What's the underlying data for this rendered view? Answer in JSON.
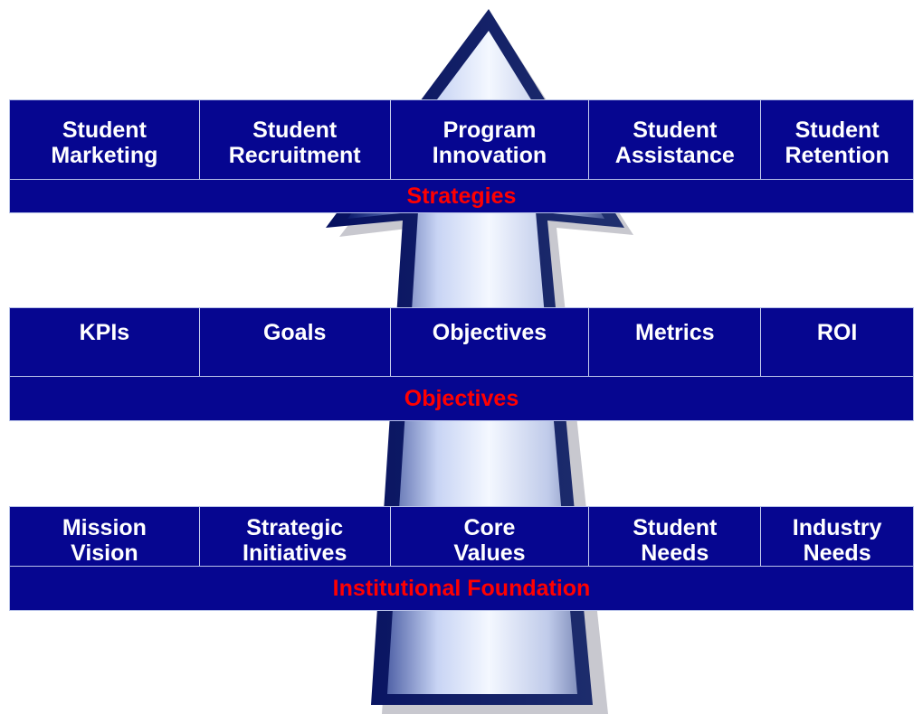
{
  "colors": {
    "band_fill": "#060690",
    "cell_text": "#ffffff",
    "label_text": "#ff0000",
    "arrow_fill_light": "#e8f0ff",
    "arrow_fill_dark": "#0a1a6a"
  },
  "bands": [
    {
      "label": "Strategies",
      "items": [
        "Student\nMarketing",
        "Student\nRecruitment",
        "Program\nInnovation",
        "Student\nAssistance",
        "Student\nRetention"
      ]
    },
    {
      "label": "Objectives",
      "items": [
        "KPIs",
        "Goals",
        "Objectives",
        "Metrics",
        "ROI"
      ]
    },
    {
      "label": "Institutional Foundation",
      "items": [
        "Mission\nVision",
        "Strategic\nInitiatives",
        "Core\nValues",
        "Student\nNeeds",
        "Industry\nNeeds"
      ]
    }
  ]
}
